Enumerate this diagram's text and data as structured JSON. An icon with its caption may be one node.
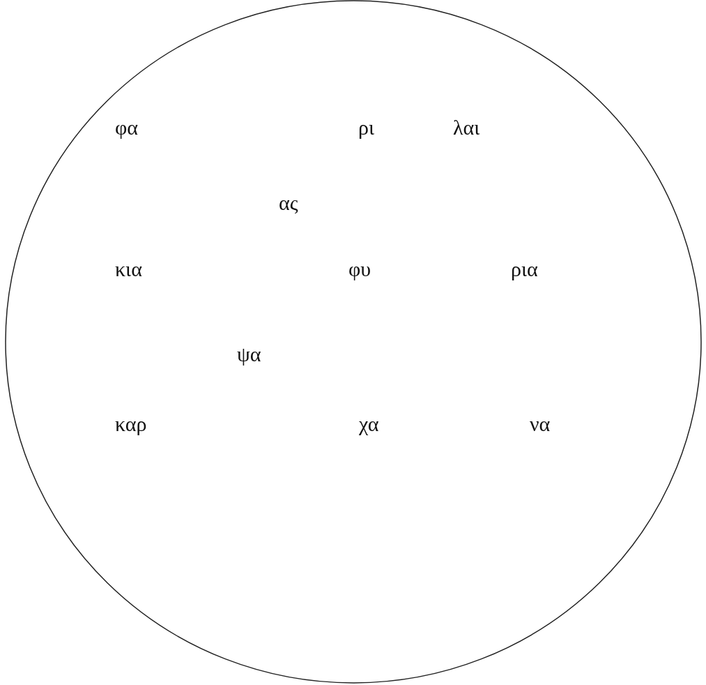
{
  "diagram": {
    "labels": [
      "φα",
      "ρι",
      "λαι",
      "ας",
      "κια",
      "φυ",
      "ρια",
      "ψα",
      "καρ",
      "χα",
      "να"
    ]
  }
}
